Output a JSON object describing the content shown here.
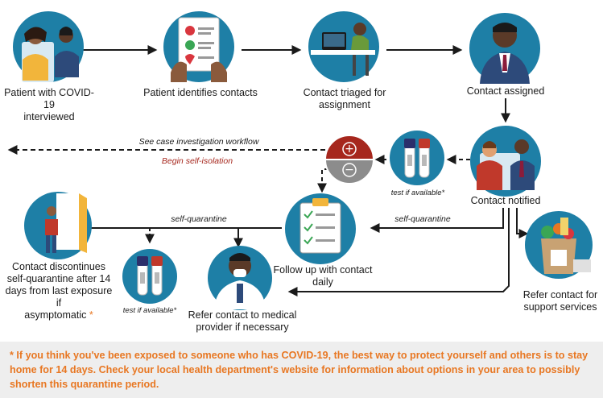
{
  "nodes": {
    "patient_interviewed": {
      "label_1": "Patient with COVID-19",
      "label_2": "interviewed"
    },
    "identifies_contacts": {
      "label": "Patient identifies contacts"
    },
    "contact_triaged": {
      "label_1": "Contact triaged for",
      "label_2": "assignment"
    },
    "contact_assigned": {
      "label": "Contact assigned"
    },
    "contact_notified": {
      "label": "Contact notified"
    },
    "follow_up": {
      "label": "Follow up with contact daily"
    },
    "discontinues": {
      "label_1": "Contact discontinues",
      "label_2": "self-quarantine after 14",
      "label_3": "days from last exposure if",
      "label_4": "asymptomatic",
      "asterisk": "*"
    },
    "refer_medical": {
      "label_1": "Refer contact to medical",
      "label_2": "provider if necessary"
    },
    "refer_support": {
      "label_1": "Refer contact for",
      "label_2": "support services"
    }
  },
  "edges": {
    "see_workflow": "See case investigation workflow",
    "begin_isolation": "Begin self-isolation",
    "self_quarantine_right": "self-quarantine",
    "self_quarantine_left": "self-quarantine"
  },
  "tests": {
    "upper": "test if available*",
    "lower": "test if available*"
  },
  "test_result": {
    "positive": "+",
    "negative": "−"
  },
  "footer": {
    "note": "* If you think you've been exposed to someone who has COVID-19, the best way to protect yourself and others is to stay home for 14 days. Check your local health department's website for information about options in your area to possibly shorten this quarantine period."
  },
  "colors": {
    "circle_blue": "#1e7fa6",
    "arrow": "#1a1a1a",
    "test_red": "#a6271d",
    "test_gray": "#8c8c8c",
    "orange": "#e87722",
    "footer_bg": "#eeeeee"
  }
}
